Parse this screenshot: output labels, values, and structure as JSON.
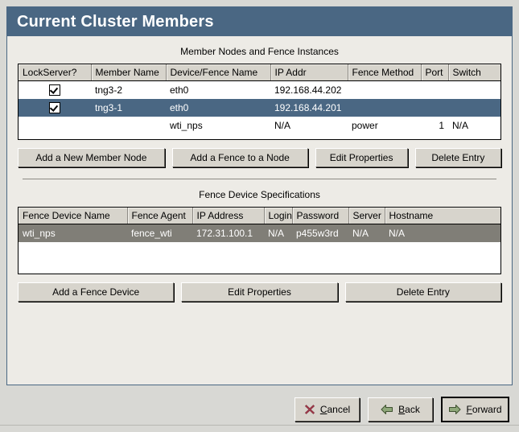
{
  "window": {
    "title": "Current Cluster Members"
  },
  "members_section": {
    "caption": "Member Nodes and Fence Instances",
    "columns": [
      "LockServer?",
      "Member Name",
      "Device/Fence Name",
      "IP Addr",
      "Fence Method",
      "Port",
      "Switch"
    ],
    "rows": [
      {
        "lockserver": true,
        "member_name": "tng3-2",
        "device_fence_name": "eth0",
        "ip_addr": "192.168.44.202",
        "fence_method": "",
        "port": "",
        "switch": "",
        "selected": false
      },
      {
        "lockserver": true,
        "member_name": "tng3-1",
        "device_fence_name": "eth0",
        "ip_addr": "192.168.44.201",
        "fence_method": "",
        "port": "",
        "switch": "",
        "selected": true
      },
      {
        "lockserver": false,
        "member_name": "",
        "device_fence_name": "wti_nps",
        "ip_addr": "N/A",
        "fence_method": "power",
        "port": "1",
        "switch": "N/A",
        "selected": false
      }
    ],
    "buttons": [
      {
        "label": "Add a New Member Node"
      },
      {
        "label": "Add a Fence to a Node"
      },
      {
        "label": "Edit Properties"
      },
      {
        "label": "Delete Entry"
      }
    ]
  },
  "fence_section": {
    "caption": "Fence Device Specifications",
    "columns": [
      "Fence Device Name",
      "Fence Agent",
      "IP Address",
      "Login",
      "Password",
      "Server",
      "Hostname"
    ],
    "rows": [
      {
        "fence_device_name": "wti_nps",
        "fence_agent": "fence_wti",
        "ip_address": "172.31.100.1",
        "login": "N/A",
        "password": "p455w3rd",
        "server": "N/A",
        "hostname": "N/A",
        "selected": true
      }
    ],
    "buttons": [
      {
        "label": "Add a Fence Device"
      },
      {
        "label": "Edit Properties"
      },
      {
        "label": "Delete Entry"
      }
    ]
  },
  "footer": {
    "cancel": {
      "pre": "",
      "mnemonic": "C",
      "post": "ancel",
      "icon": "cancel-x-icon"
    },
    "back": {
      "pre": "",
      "mnemonic": "B",
      "post": "ack",
      "icon": "arrow-left-icon"
    },
    "forward": {
      "pre": "",
      "mnemonic": "F",
      "post": "orward",
      "icon": "arrow-right-icon"
    }
  },
  "colors": {
    "title_bar": "#4a6783",
    "selection_focused": "#4a6783",
    "selection_unfocused": "#807e77",
    "panel_bg": "#edebe6",
    "window_bg": "#d8d8d4",
    "button_face": "#d7d4cc",
    "cancel_icon": "#a03a4a",
    "arrow_icon": "#6f8a5a"
  }
}
